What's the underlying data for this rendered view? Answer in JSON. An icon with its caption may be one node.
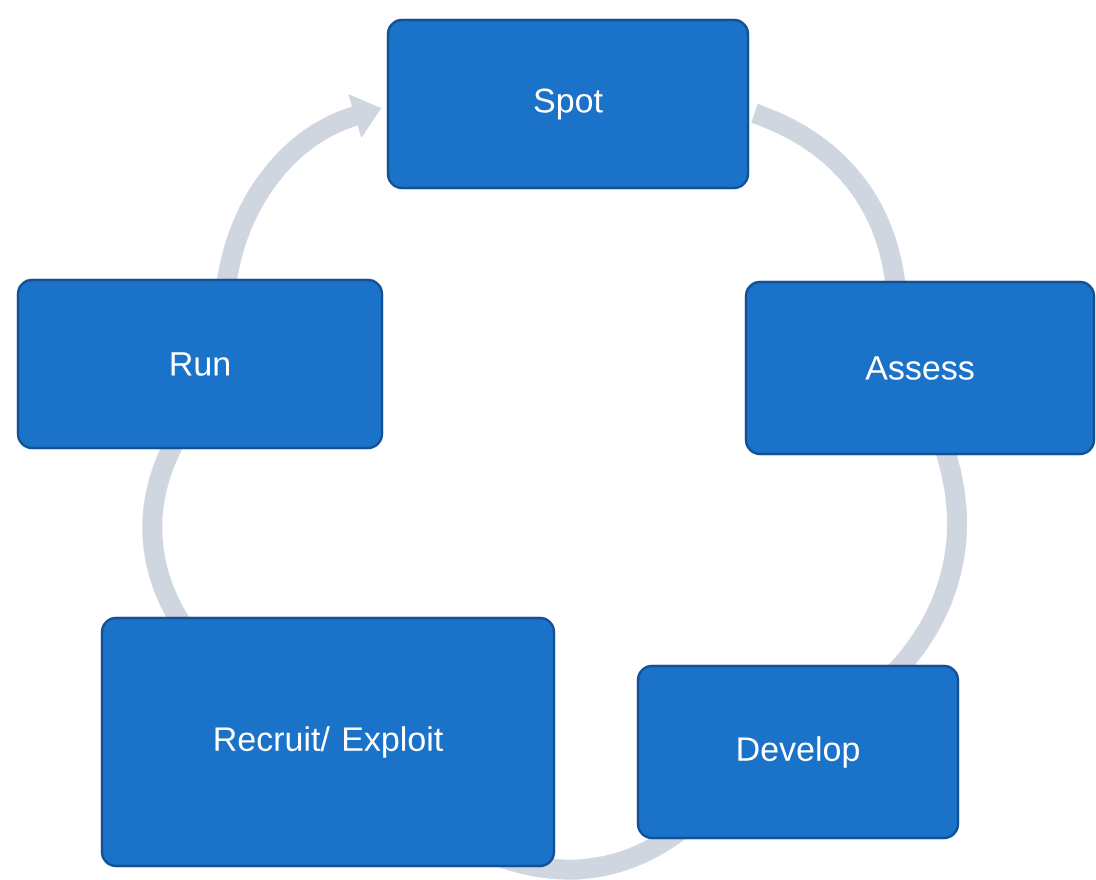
{
  "diagram": {
    "nodes": [
      {
        "text": [
          "Spot"
        ]
      },
      {
        "text": [
          "Assess"
        ]
      },
      {
        "text": [
          "Develop"
        ]
      },
      {
        "text": [
          "Recruit/ Exploit"
        ]
      },
      {
        "text": [
          "Run"
        ]
      }
    ],
    "edges": [
      {
        "from": 0,
        "to": 1,
        "arrow": "none"
      },
      {
        "from": 1,
        "to": 2,
        "arrow": "none"
      },
      {
        "from": 2,
        "to": 3,
        "arrow": "none"
      },
      {
        "from": 3,
        "to": 4,
        "arrow": "none"
      },
      {
        "from": 4,
        "to": 0,
        "arrow": "to"
      }
    ]
  }
}
